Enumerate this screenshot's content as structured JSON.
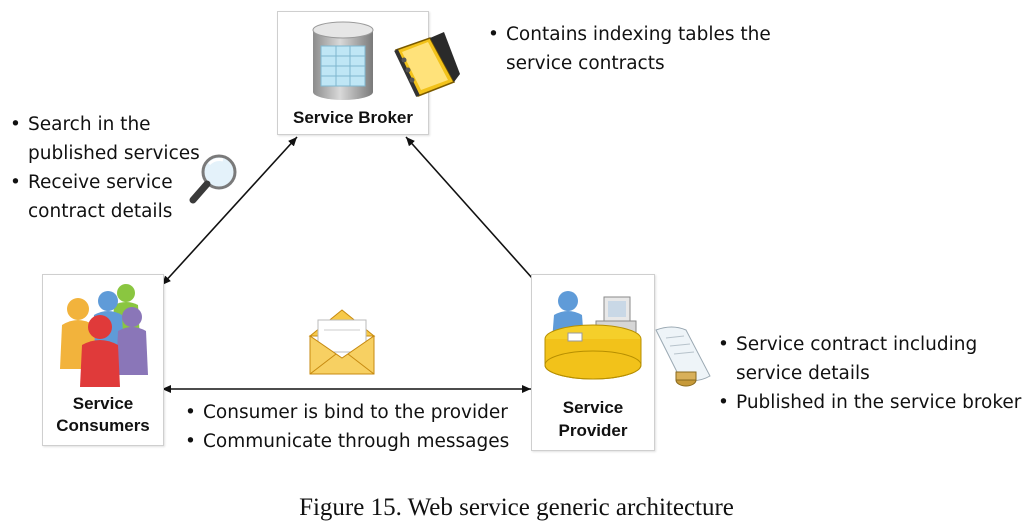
{
  "nodes": {
    "broker": {
      "label": "Service Broker"
    },
    "consumers": {
      "label_line1": "Service",
      "label_line2": "Consumers"
    },
    "provider": {
      "label_line1": "Service",
      "label_line2": "Provider"
    }
  },
  "notes": {
    "broker": [
      "Contains indexing tables the",
      "service contracts"
    ],
    "consumer_search": [
      "Search in the",
      "published services",
      "Receive service",
      "contract details"
    ],
    "binding": [
      "Consumer is bind to the provider",
      "Communicate through messages"
    ],
    "provider": [
      "Service contract including",
      "service details",
      "Published in the service broker"
    ]
  },
  "caption": "Figure 15. Web service generic architecture",
  "icons": [
    "database-icon",
    "binder-icon",
    "magnifier-icon",
    "people-icon",
    "envelope-icon",
    "desk-computer-icon",
    "contract-scroll-icon"
  ],
  "colors": {
    "arrow": "#111111",
    "box_border": "#cfcfcf"
  }
}
